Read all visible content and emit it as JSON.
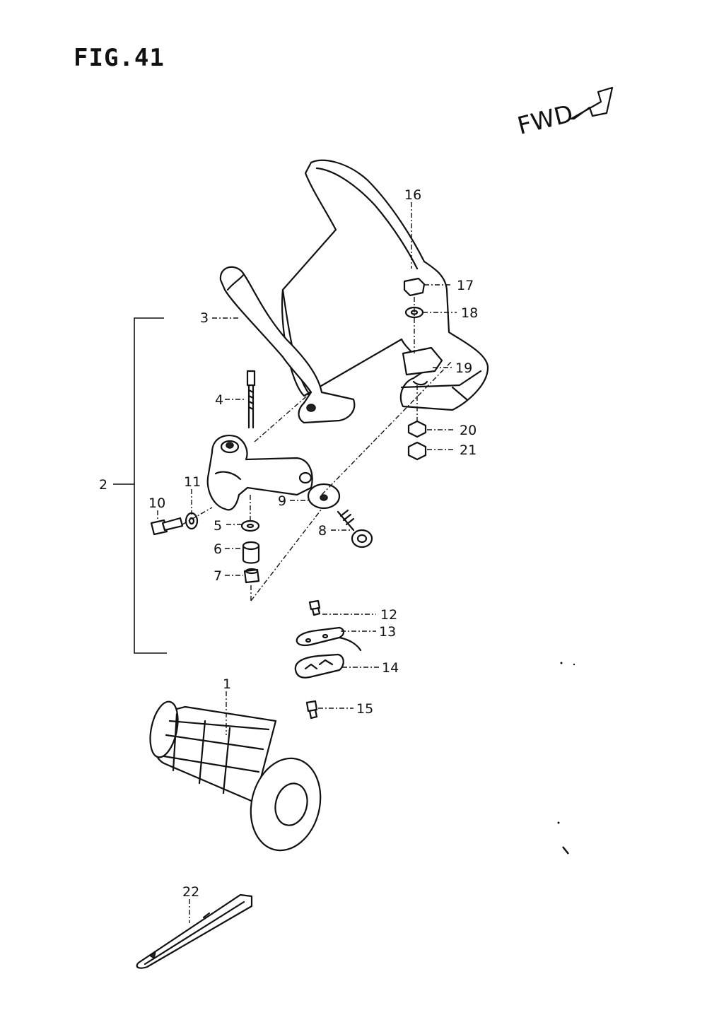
{
  "figure": {
    "title": "FIG.41",
    "direction_label": "FWD"
  },
  "callouts": [
    "1",
    "2",
    "3",
    "4",
    "5",
    "6",
    "7",
    "8",
    "9",
    "10",
    "11",
    "12",
    "13",
    "14",
    "15",
    "16",
    "17",
    "18",
    "19",
    "20",
    "21",
    "22"
  ]
}
